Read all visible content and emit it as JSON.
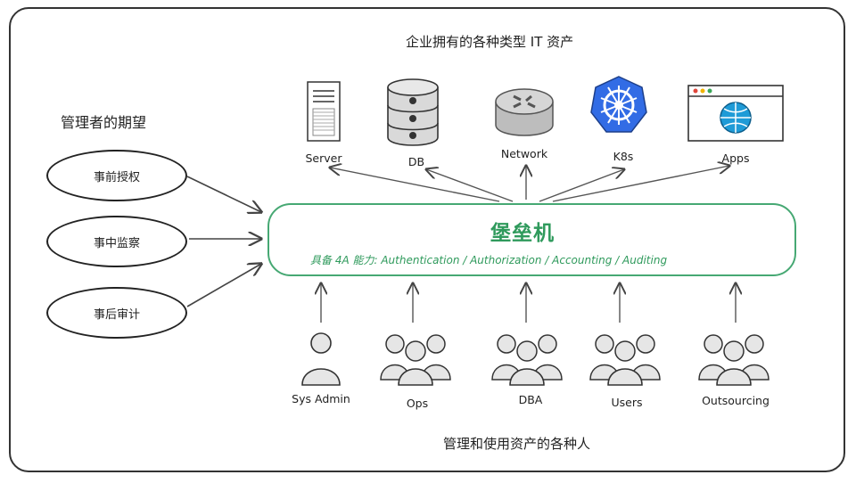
{
  "titles": {
    "top": "企业拥有的各种类型 IT 资产",
    "left": "管理者的期望",
    "bottom": "管理和使用资产的各种人"
  },
  "expectations": [
    "事前授权",
    "事中监察",
    "事后审计"
  ],
  "bastion": {
    "title": "堡垒机",
    "capability": "具备 4A 能力: Authentication / Authorization / Accounting / Auditing"
  },
  "assets": [
    {
      "label": "Server",
      "icon": "server-icon"
    },
    {
      "label": "DB",
      "icon": "database-icon"
    },
    {
      "label": "Network",
      "icon": "router-icon"
    },
    {
      "label": "K8s",
      "icon": "kubernetes-icon"
    },
    {
      "label": "Apps",
      "icon": "browser-app-icon"
    }
  ],
  "users": [
    {
      "label": "Sys Admin",
      "icon": "single-user-icon"
    },
    {
      "label": "Ops",
      "icon": "group-icon"
    },
    {
      "label": "DBA",
      "icon": "group-icon"
    },
    {
      "label": "Users",
      "icon": "group-icon"
    },
    {
      "label": "Outsourcing",
      "icon": "group-icon"
    }
  ],
  "colors": {
    "accent": "#2f9a5c",
    "k8s_blue": "#326ce5",
    "globe": "#1f9bd7"
  }
}
